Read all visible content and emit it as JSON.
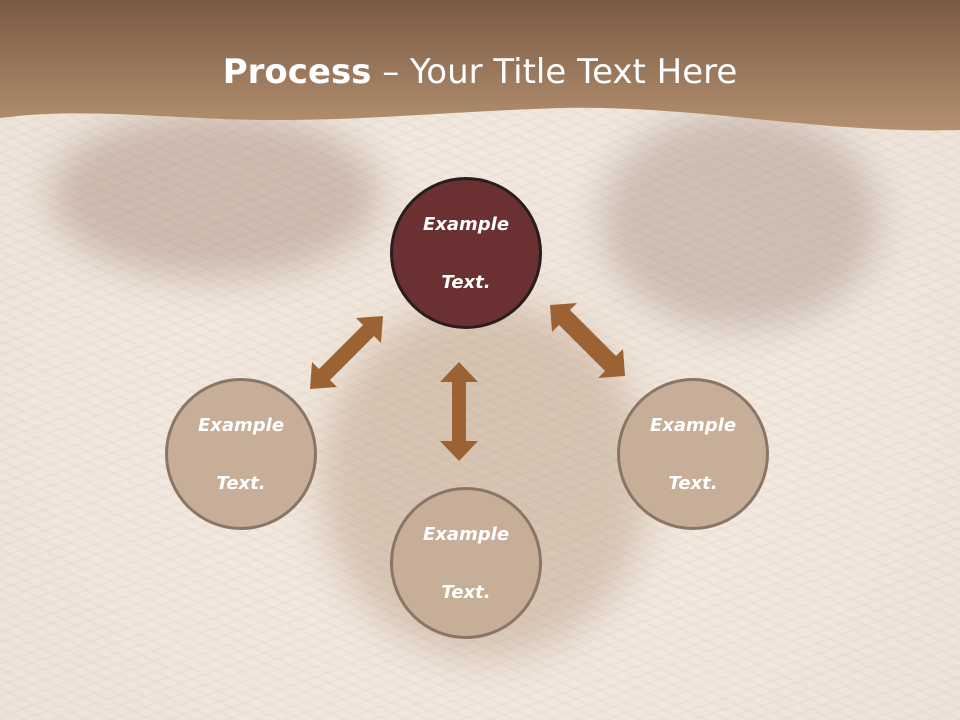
{
  "slide": {
    "title_bold": "Process",
    "title_rest": " – Your Title Text Here",
    "nodes": [
      {
        "label_line1": "Example",
        "label_line2": "Text."
      },
      {
        "label_line1": "Example",
        "label_line2": "Text."
      },
      {
        "label_line1": "Example",
        "label_line2": "Text."
      },
      {
        "label_line1": "Example",
        "label_line2": "Text."
      }
    ]
  },
  "colors": {
    "header_dark": "#7a5a44",
    "header_light": "#b4906f",
    "node_highlight": "#6a3032",
    "node_normal": "#c6ae98",
    "arrow": "#9b6233"
  }
}
